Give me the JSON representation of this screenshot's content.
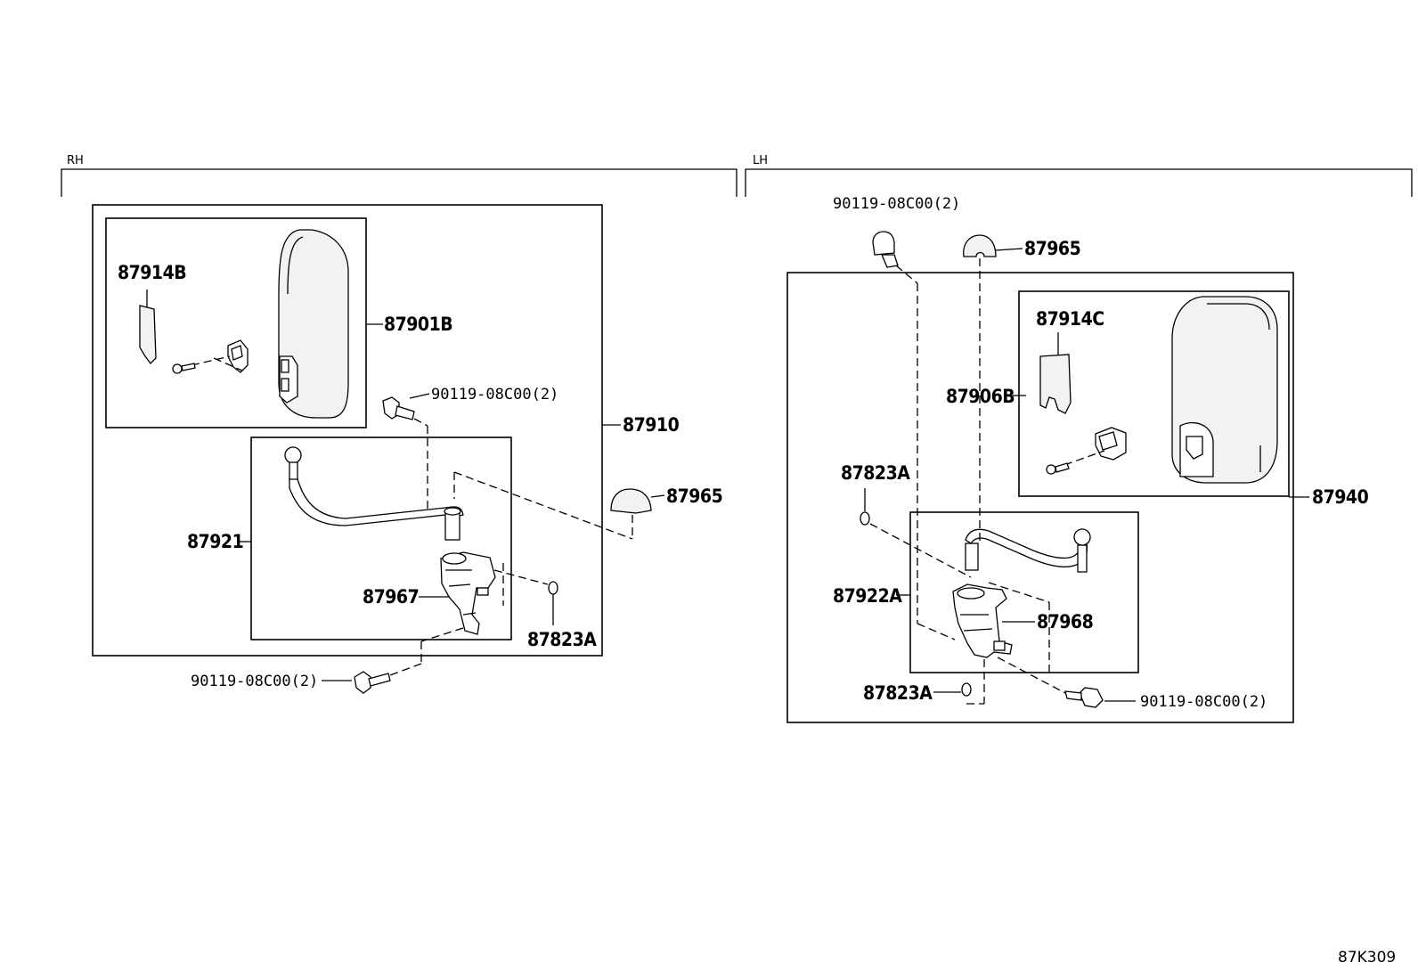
{
  "sections": {
    "rh": {
      "label": "RH"
    },
    "lh": {
      "label": "LH"
    }
  },
  "rh_callouts": {
    "p87914B": "87914B",
    "p87901B": "87901B",
    "p90119_a": "90119-08C00(2)",
    "p87910": "87910",
    "p87965": "87965",
    "p87921": "87921",
    "p87967": "87967",
    "p87823A": "87823A",
    "p90119_b": "90119-08C00(2)"
  },
  "lh_callouts": {
    "p90119_a": "90119-08C00(2)",
    "p87965": "87965",
    "p87914C": "87914C",
    "p87906B": "87906B",
    "p87823A_a": "87823A",
    "p87940": "87940",
    "p87922A": "87922A",
    "p87968": "87968",
    "p87823A_b": "87823A",
    "p90119_b": "90119-08C00(2)"
  },
  "diagram_code": "87K309"
}
